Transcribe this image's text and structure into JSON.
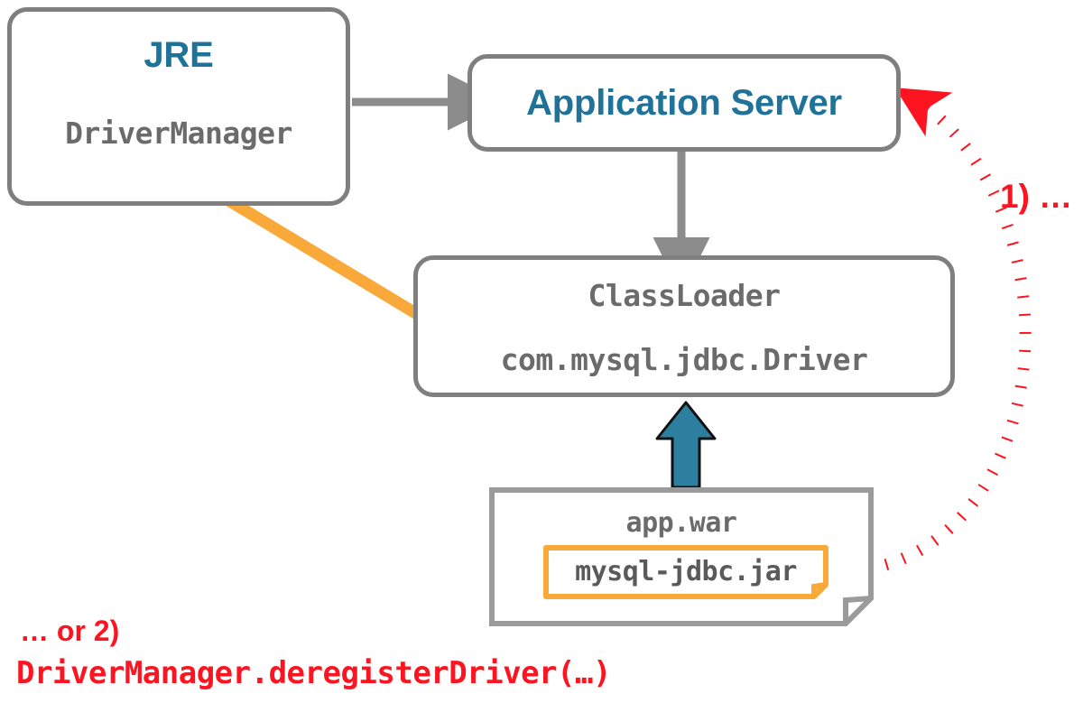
{
  "diagram": {
    "title": "JDBC driver classloader leak diagram",
    "colors": {
      "box_border": "#7f7f7f",
      "teal_title": "#1f7298",
      "mono_gray": "#6b6b6b",
      "orange": "#f9a93a",
      "red": "#fc1420",
      "blue_arrow": "#2d7f9f",
      "gray_arrow": "#8c8c8c"
    },
    "nodes": {
      "jre": {
        "title": "JRE",
        "member": "DriverManager"
      },
      "application_server": {
        "title": "Application Server"
      },
      "classloader": {
        "title": "ClassLoader",
        "member": "com.mysql.jdbc.Driver"
      },
      "app_war": {
        "title": "app.war",
        "jar": "mysql-jdbc.jar"
      }
    },
    "annotations": {
      "step1": "1) …",
      "step2_prefix": "… or 2)",
      "step2_code": "DriverManager.deregisterDriver(…)"
    },
    "icons": {
      "gray_arrow_jre_to_server": "arrow-right-icon",
      "gray_arrow_server_to_classloader": "arrow-down-icon",
      "orange_arrow_drivermanager_to_driver": "arrow-diagonal-icon",
      "blue_arrow_jar_to_classloader": "block-arrow-up-icon",
      "red_dotted_arrow_jar_to_server": "dotted-curved-arrow-icon",
      "page_fold": "page-fold-icon"
    }
  }
}
